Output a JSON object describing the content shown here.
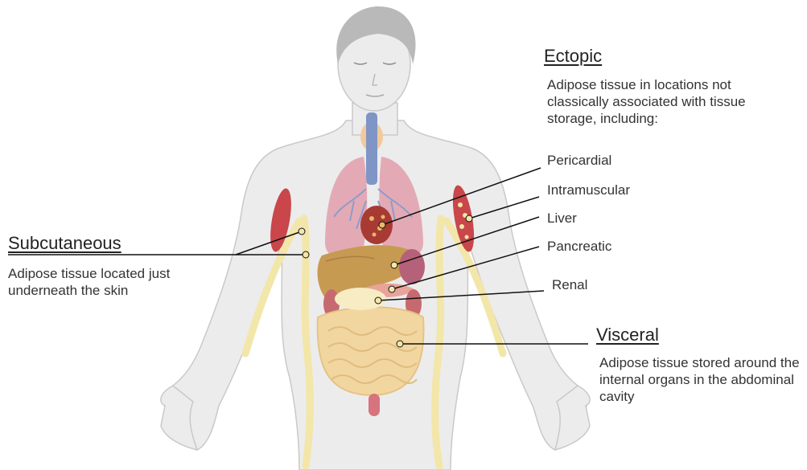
{
  "subcutaneous": {
    "heading": "Subcutaneous",
    "description": "Adipose tissue located just underneath the skin"
  },
  "ectopic": {
    "heading": "Ectopic",
    "description": "Adipose tissue in locations not classically associated with tissue storage, including:",
    "sites": [
      "Pericardial",
      "Intramuscular",
      "Liver",
      "Pancreatic",
      "Renal"
    ]
  },
  "visceral": {
    "heading": "Visceral",
    "description": "Adipose tissue stored around the internal organs in the abdominal cavity"
  },
  "colors": {
    "skin": "#ececec",
    "hair": "#b9b9b9",
    "subcutaneous_fat": "#f3e6a9",
    "muscle": "#c9464a",
    "lungs": "#e3aab6",
    "liver": "#c79a52",
    "intestine": "#f2d6a0",
    "heart": "#a83a34",
    "airway": "#7f95c6",
    "leader_line": "#111111"
  }
}
